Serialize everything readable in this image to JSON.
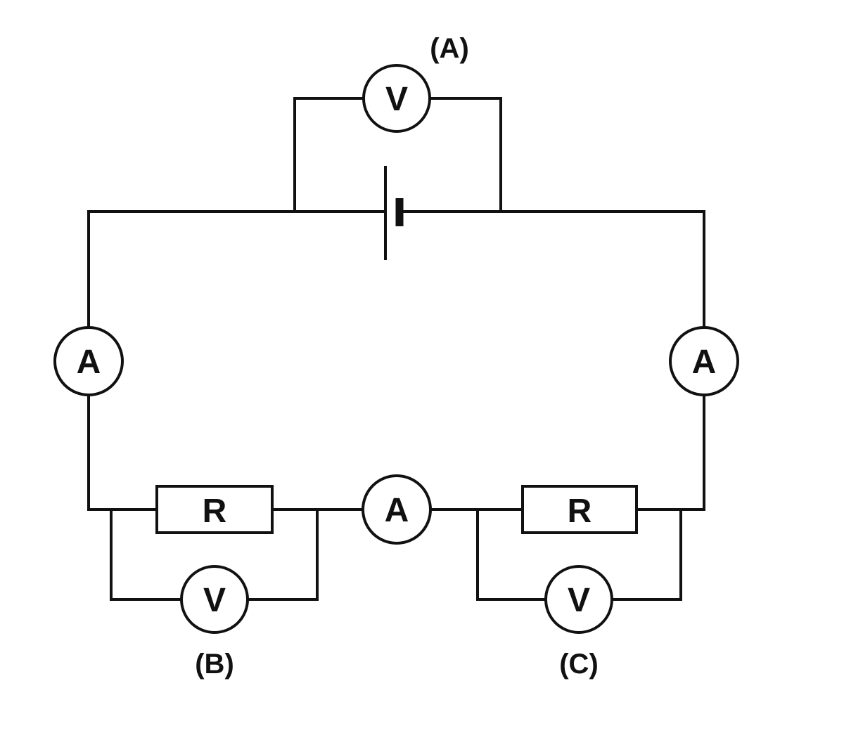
{
  "meters": {
    "voltmeter_top": {
      "symbol": "V",
      "label": "(A)"
    },
    "voltmeter_left": {
      "symbol": "V",
      "label": "(B)"
    },
    "voltmeter_right": {
      "symbol": "V",
      "label": "(C)"
    },
    "ammeter_left": {
      "symbol": "A"
    },
    "ammeter_right": {
      "symbol": "A"
    },
    "ammeter_middle": {
      "symbol": "A"
    }
  },
  "resistors": {
    "left": {
      "symbol": "R"
    },
    "right": {
      "symbol": "R"
    }
  },
  "colors": {
    "line": "#111111",
    "background": "#ffffff"
  }
}
